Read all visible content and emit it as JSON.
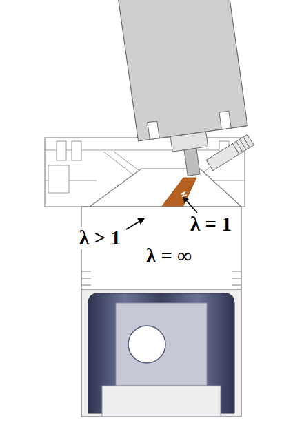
{
  "diagram": {
    "labels": [
      "λ > 1",
      "λ = 1",
      "λ = ∞"
    ]
  }
}
